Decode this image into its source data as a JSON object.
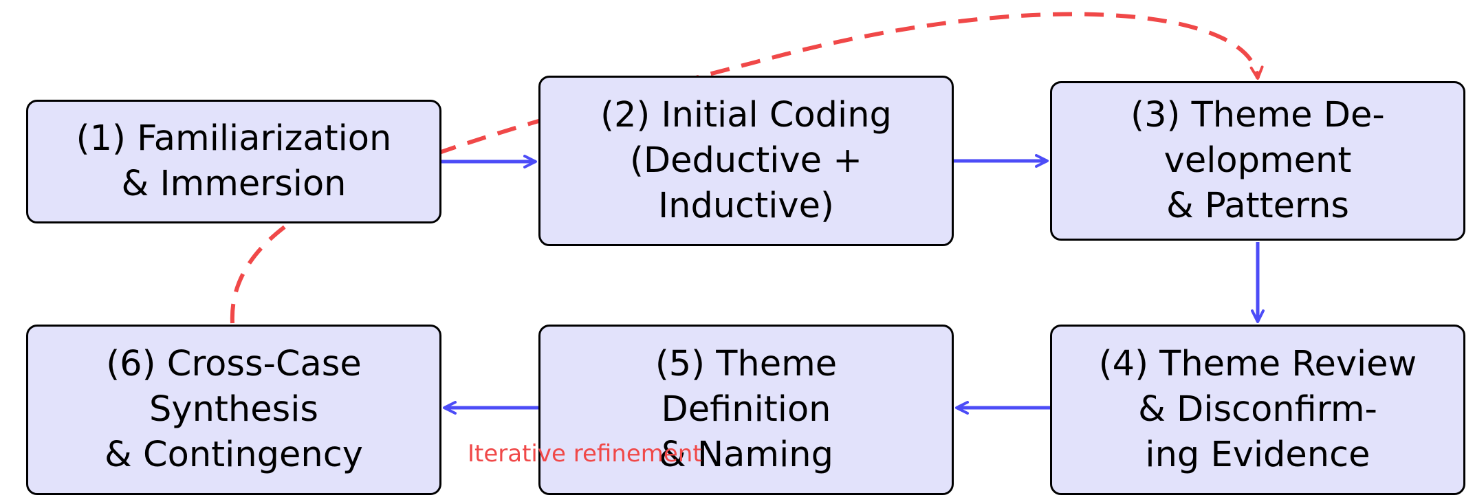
{
  "colors": {
    "node_fill": "#e2e2fb",
    "node_border": "#000000",
    "flow_arrow": "#4c4cf7",
    "loop_arrow": "#f04848"
  },
  "nodes": [
    {
      "id": "n1",
      "lines": [
        "(1) Familiarization",
        "& Immersion"
      ]
    },
    {
      "id": "n2",
      "lines": [
        "(2) Initial Coding",
        "(Deductive +",
        "Inductive)"
      ]
    },
    {
      "id": "n3",
      "lines": [
        "(3) Theme De-",
        "velopment",
        "& Patterns"
      ]
    },
    {
      "id": "n4",
      "lines": [
        "(4) Theme Review",
        "& Disconfirm-",
        "ing Evidence"
      ]
    },
    {
      "id": "n5",
      "lines": [
        "(5) Theme",
        "Definition",
        "& Naming"
      ]
    },
    {
      "id": "n6",
      "lines": [
        "(6) Cross-Case",
        "Synthesis",
        "& Contingency"
      ]
    }
  ],
  "edges": [
    {
      "from": "n1",
      "to": "n2",
      "style": "solid"
    },
    {
      "from": "n2",
      "to": "n3",
      "style": "solid"
    },
    {
      "from": "n3",
      "to": "n4",
      "style": "solid"
    },
    {
      "from": "n4",
      "to": "n5",
      "style": "solid"
    },
    {
      "from": "n5",
      "to": "n6",
      "style": "solid"
    },
    {
      "from": "n6",
      "to": "n3",
      "style": "dashed",
      "label": "Iterative refinement"
    }
  ],
  "loop_label": "Iterative refinement"
}
